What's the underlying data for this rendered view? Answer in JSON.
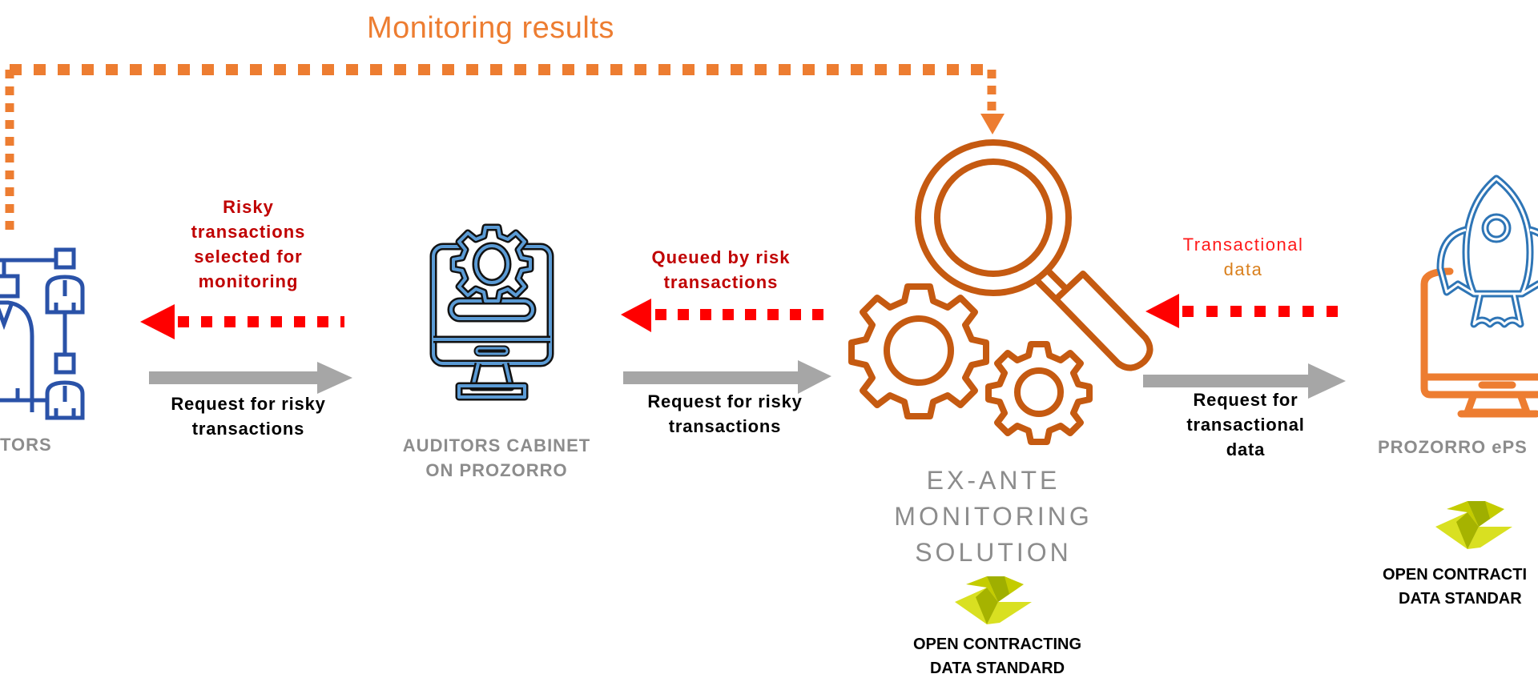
{
  "feedback_loop": {
    "label": "Monitoring results",
    "color": "#ED7D31"
  },
  "nodes": [
    {
      "id": "auditors",
      "label": "TORS",
      "icon": "people-hierarchy-icon",
      "color": "#2A52A8"
    },
    {
      "id": "auditors-cabinet",
      "label_line1": "AUDITORS CABINET",
      "label_line2": "ON PROZORRO",
      "icon": "monitor-gear-icon",
      "color": "#5B9BD5"
    },
    {
      "id": "ex-ante",
      "label_line1": "EX-ANTE",
      "label_line2": "MONITORING",
      "label_line3": "SOLUTION",
      "icon": "magnifier-gears-icon",
      "color": "#C55A11"
    },
    {
      "id": "prozorro-epsc",
      "label": "PROZORRO ePS",
      "icon": "rocket-monitor-icon",
      "color": "#ED7D31"
    }
  ],
  "flows": {
    "risky_selected": {
      "line1": "Risky",
      "line2": "transactions",
      "line3": "selected for",
      "line4": "monitoring"
    },
    "request_risky_1": {
      "line1": "Request for risky",
      "line2": "transactions"
    },
    "queued_by_risk": {
      "line1": "Queued by risk",
      "line2": "transactions"
    },
    "request_risky_2": {
      "line1": "Request for risky",
      "line2": "transactions"
    },
    "transactional_data": {
      "line1": "Transactional",
      "line2": "data"
    },
    "request_transactional": {
      "line1": "Request for",
      "line2": "transactional",
      "line3": "data"
    }
  },
  "ocds": {
    "center_line1": "OPEN CONTRACTING",
    "center_line2": "DATA STANDARD",
    "right_line1": "OPEN CONTRACTI",
    "right_line2": "DATA STANDAR"
  },
  "colors": {
    "red_arrow": "#FF0000",
    "gray_arrow": "#A6A6A6",
    "ocds_light": "#D9E021",
    "ocds_dark": "#9FAF00"
  }
}
